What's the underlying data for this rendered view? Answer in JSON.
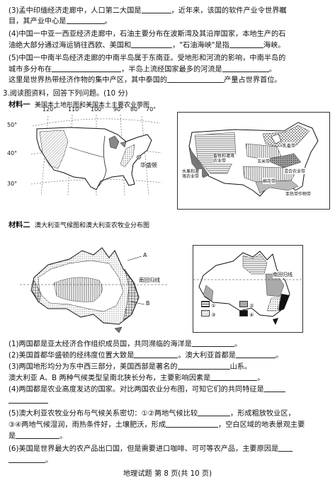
{
  "lines": {
    "q3": "(3)孟中印缅经济走廊中，人口第二大国是",
    "q3b": "，近年来，该国的软件产业令世界瞩",
    "q3c": "目，其产业中心是",
    "q3d": "。",
    "q4a": "(4)中国一中亚一西亚经济走廊中，石油主要分布在波斯湾及其沿岸国家，本地生产的石",
    "q4b": "油绝大部分通过海运销往西欧、美国和",
    "q4c": "，\"石油海峡\"是指",
    "q4d": "海峡。",
    "q5a": "(5)中国一中南半岛经济走廊的中南半岛属于东南亚。受地形和河流的影响，中南半岛的",
    "q5b": "城市多分布在",
    "q5c": "，半岛上流经国家最多的河流是",
    "q5d": "。",
    "q5e": "这里是世界热带经济作物的集中产区，其中泰国的",
    "q5f": "产量占世界首位。",
    "sec3": "3.阅读图资料，回答下列问题。(10 分)",
    "m1": "材料一",
    "m1t": "美国本土地形图和美国本土主要农业带图",
    "m2": "材料二",
    "m2t": "澳大利亚气候图和澳大利亚农牧业分布图",
    "s1": "(1)两国都是亚太经济合作组织成员国，共同濒临的海洋是",
    "s1d": "。",
    "s2": "(2)美国首都华盛顿的经纬度位置大致是",
    "s2b": "。澳大利亚首都是",
    "s2d": "。",
    "s3": "(3)两国地形均分为东中西三部分，美国西部是著名的",
    "s3b": "山系。",
    "s3c": "澳大利亚 A、B 两种气候类型呈南北狭长分布，主要影响因素是",
    "s3d": "。",
    "s4": "(4)两国都是农业高度发达的国家。对比两国农业分布图，可知它们的共同特征是",
    "s5a": "(5)澳大利亚农牧业分布与气候关系密切：①②两地气候比较",
    "s5b": "，形成粗放牧业区，",
    "s5c": "③④两地气候湿润，雨热条件好，土壤肥沃，形成",
    "s5d": "，空白区域的地表景观主要",
    "s5e": "是",
    "s5f": "。",
    "s6a": "(6)美国是世界最大的农产品出口国，但是需要进口咖啡、可可等农产品，主要原因是",
    "s6b": "。"
  },
  "map1": {
    "lat": [
      "50°",
      "40°",
      "30°"
    ],
    "lon": [
      "120°",
      "110°",
      "100°",
      "90°",
      "80°",
      "70°"
    ],
    "city": "华盛顿"
  },
  "map2": {
    "labels": [
      "乳畜带",
      "畜牧和灌溉农业带",
      "玉米带",
      "混合农业带",
      "水果和灌溉农业带",
      "棉花带",
      "亚热带作物带"
    ]
  },
  "map3": {
    "a": "A",
    "b": "B",
    "tropic": "南回归线"
  },
  "map4": {
    "tropic": "南回归线",
    "legend": [
      "①",
      "②",
      "③",
      "④"
    ]
  },
  "footer": "地理试题  第 8 页(共 10 页)"
}
